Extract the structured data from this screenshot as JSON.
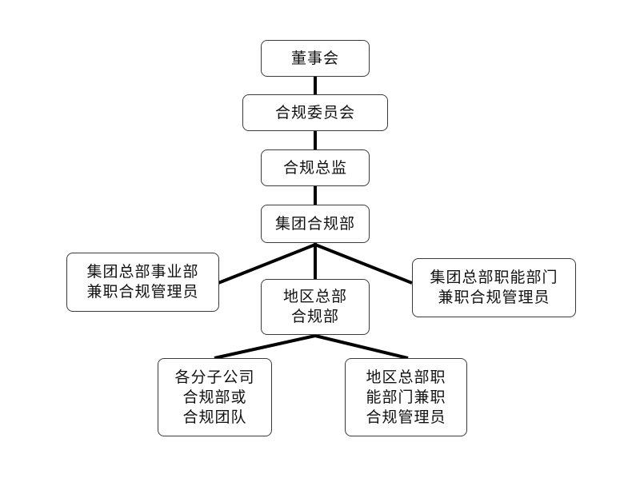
{
  "org_chart": {
    "board": {
      "label": "董事会"
    },
    "compliance_committee": {
      "label": "合规委员会"
    },
    "chief_compliance_officer": {
      "label": "合规总监"
    },
    "group_compliance_dept": {
      "label": "集团合规部"
    },
    "hq_business_dept_officers": {
      "lines": [
        "集团总部事业部",
        "兼职合规管理员"
      ]
    },
    "regional_hq_compliance": {
      "lines": [
        "地区总部",
        "合规部"
      ]
    },
    "hq_functional_dept_officers": {
      "lines": [
        "集团总部职能部门",
        "兼职合规管理员"
      ]
    },
    "subsidiary_compliance": {
      "lines": [
        "各分子公司",
        "合规部或",
        "合规团队"
      ]
    },
    "regional_functional_officers": {
      "lines": [
        "地区总部职",
        "能部门兼职",
        "合规管理员"
      ]
    }
  },
  "colors": {
    "connector": "#000000",
    "node_border": "#3a3a3a",
    "node_fill": "#ffffff",
    "text": "#111111"
  }
}
